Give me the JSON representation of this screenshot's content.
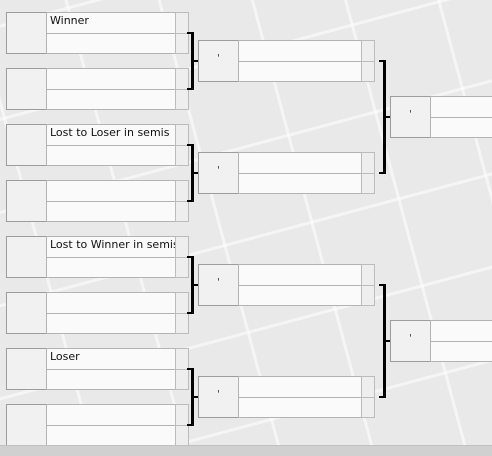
{
  "round1": [
    {
      "seed": "",
      "label": "Winner"
    },
    {
      "seed": "",
      "label": ""
    },
    {
      "seed": "",
      "label": "Lost to Loser in semis"
    },
    {
      "seed": "",
      "label": ""
    },
    {
      "seed": "",
      "label": "Lost to Winner in semis"
    },
    {
      "seed": "",
      "label": ""
    },
    {
      "seed": "",
      "label": "Loser"
    },
    {
      "seed": "",
      "label": ""
    }
  ],
  "round2": [
    {
      "seed": "'",
      "label": ""
    },
    {
      "seed": "'",
      "label": ""
    },
    {
      "seed": "'",
      "label": ""
    },
    {
      "seed": "'",
      "label": ""
    }
  ],
  "round3": [
    {
      "seed": "'",
      "label": ""
    },
    {
      "seed": "'",
      "label": ""
    }
  ]
}
